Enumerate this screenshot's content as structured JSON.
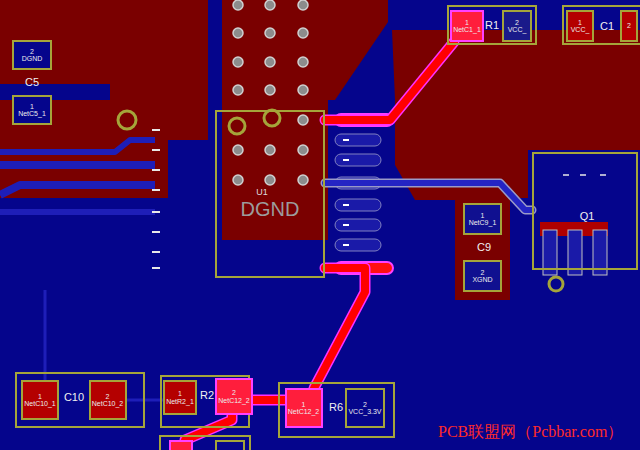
{
  "diagram": {
    "nodes": [
      {
        "text": [
          "C5"
        ]
      },
      {
        "text": [
          "2",
          "DGND"
        ],
        "in": 0
      },
      {
        "text": [
          "1",
          "NetC5_1"
        ],
        "in": 0
      },
      {
        "text": [
          "R1"
        ]
      },
      {
        "text": [
          "1",
          "NetC1_1"
        ],
        "in": 3
      },
      {
        "text": [
          "2",
          "VCC_"
        ],
        "in": 3
      },
      {
        "text": [
          "C1"
        ]
      },
      {
        "text": [
          "1",
          "VCC_"
        ],
        "in": 6
      },
      {
        "text": [
          "2"
        ],
        "in": 6
      },
      {
        "text": [
          "DGND",
          "U1"
        ]
      },
      {
        "text": [
          "C9"
        ]
      },
      {
        "text": [
          "1",
          "NetC9_1"
        ],
        "in": 10
      },
      {
        "text": [
          "2",
          "XGND"
        ],
        "in": 10
      },
      {
        "text": [
          "Q1"
        ]
      },
      {
        "text": [
          "C10"
        ]
      },
      {
        "text": [
          "1",
          "NetC10_1"
        ],
        "in": 14
      },
      {
        "text": [
          "2",
          "NetC10_2"
        ],
        "in": 14
      },
      {
        "text": [
          "R2"
        ]
      },
      {
        "text": [
          "1",
          "NetR2_1"
        ],
        "in": 17
      },
      {
        "text": [
          "2",
          "NetC12_2"
        ],
        "in": 17
      },
      {
        "text": [
          "R6"
        ]
      },
      {
        "text": [
          "1",
          "NetC12_2"
        ],
        "in": 20
      },
      {
        "text": [
          "2",
          "VCC_3.3V"
        ],
        "in": 20
      }
    ],
    "edges": [
      {
        "from": 4,
        "to": 9,
        "arrow": "none"
      },
      {
        "from": 21,
        "to": 9,
        "arrow": "none"
      },
      {
        "from": 19,
        "to": 21,
        "arrow": "none"
      },
      {
        "from": 9,
        "to": 13,
        "arrow": "none"
      }
    ],
    "labels": [
      "PCB联盟网（Pcbbar.com）"
    ]
  }
}
